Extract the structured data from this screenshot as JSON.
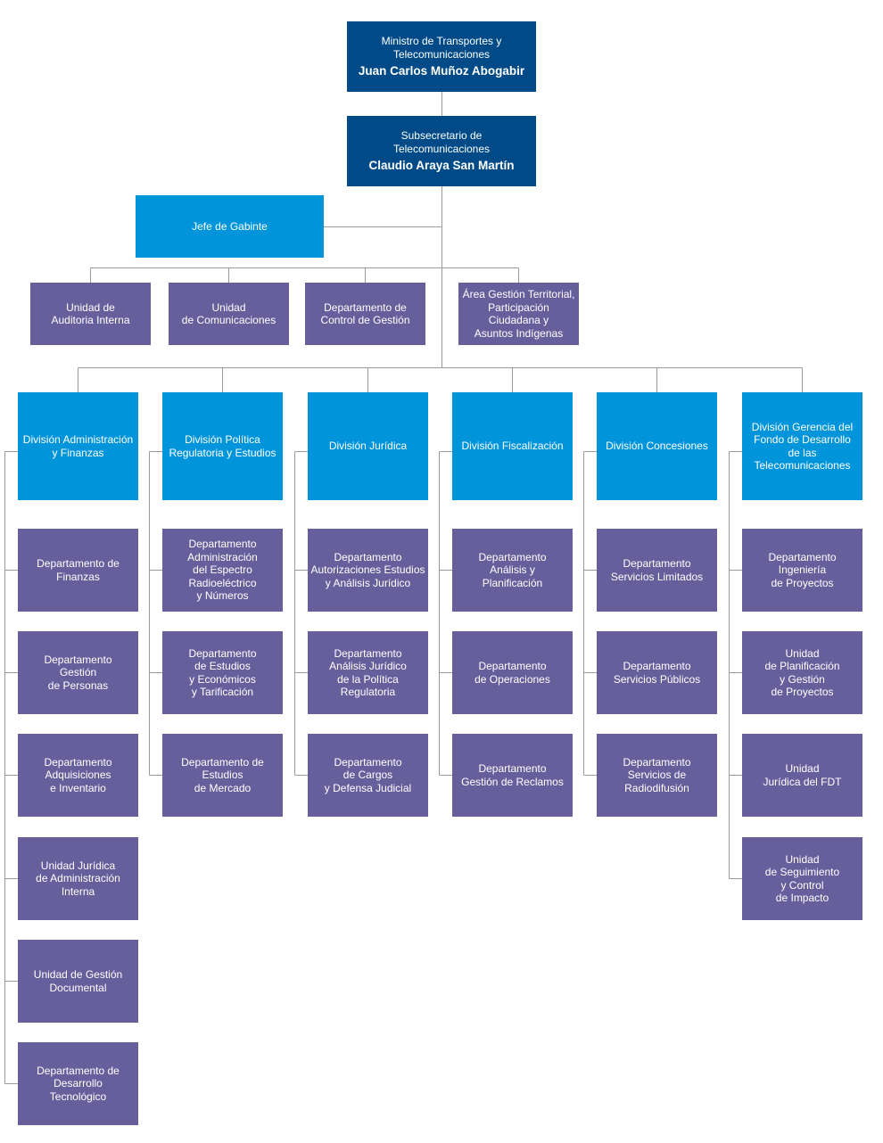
{
  "colors": {
    "executive": "#004b87",
    "division": "#0095da",
    "unit": "#675f9c",
    "connector": "#9a9a9a"
  },
  "minister": {
    "title": "Ministro de Transportes y\nTelecomunicaciones",
    "name": "Juan Carlos Muñoz Abogabir"
  },
  "undersecretary": {
    "title": "Subsecretario de\nTelecomunicaciones",
    "name": "Claudio Araya San Martín"
  },
  "chief_of_staff": "Jefe de Gabinte",
  "staff_units": [
    "Unidad de\nAuditoria Interna",
    "Unidad\nde Comunicaciones",
    "Departamento de\nControl de Gestión",
    "Área Gestión Territorial,\nParticipación\nCiudadana y\nAsuntos Indígenas"
  ],
  "divisions": [
    {
      "name": "División Administración\ny Finanzas",
      "units": [
        "Departamento de\nFinanzas",
        "Departamento\nGestión\nde Personas",
        "Departamento\nAdquisiciones\ne Inventario",
        "Unidad Jurídica\nde Administración\nInterna",
        "Unidad de Gestión\nDocumental",
        "Departamento de\nDesarrollo\nTecnológico"
      ]
    },
    {
      "name": "División Política\nRegulatoria y Estudios",
      "units": [
        "Departamento\nAdministración\ndel Espectro\nRadioeléctrico\ny Números",
        "Departamento\nde Estudios\ny Económicos\ny Tarificación",
        "Departamento de\nEstudios\nde Mercado"
      ]
    },
    {
      "name": "División Jurídica",
      "units": [
        "Departamento\nAutorizaciones Estudios\ny Análisis Jurídico",
        "Departamento\nAnálisis Jurídico\nde la Política\nRegulatoria",
        "Departamento\nde Cargos\ny Defensa Judicial"
      ]
    },
    {
      "name": "División Fiscalización",
      "units": [
        "Departamento\nAnálisis y\nPlanificación",
        "Departamento\nde Operaciones",
        "Departamento\nGestión de Reclamos"
      ]
    },
    {
      "name": "División Concesiones",
      "units": [
        "Departamento\nServicios Limitados",
        "Departamento\nServicios Públicos",
        "Departamento\nServicios de\nRadiodifusión"
      ]
    },
    {
      "name": "División Gerencia del\nFondo de Desarrollo\nde las\nTelecomunicaciones",
      "units": [
        "Departamento\nIngeniería\nde Proyectos",
        "Unidad\nde Planificación\ny Gestión\nde Proyectos",
        "Unidad\nJurídica del FDT",
        "Unidad\nde Seguimiento\ny Control\nde Impacto"
      ]
    }
  ]
}
